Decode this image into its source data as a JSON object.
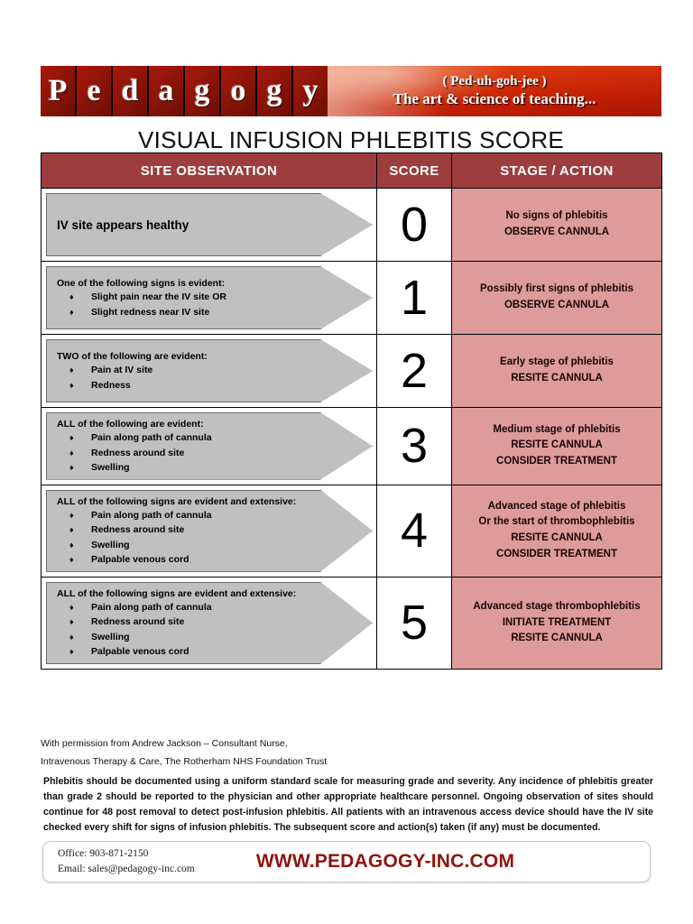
{
  "brand": {
    "logo_letters": [
      "P",
      "e",
      "d",
      "a",
      "g",
      "o",
      "g",
      "y"
    ],
    "pronunciation": "( Ped-uh-goh-jee )",
    "tagline": "The art & science of teaching...",
    "accent_red": "#8e1408",
    "banner_red": "#bf1f05"
  },
  "page_title": "VISUAL INFUSION PHLEBITIS SCORE",
  "table": {
    "header_bg": "#9e3d3d",
    "stage_bg": "#dd9b9b",
    "arrow_bg": "#c0c0c0",
    "columns": [
      "SITE OBSERVATION",
      "SCORE",
      "STAGE / ACTION"
    ],
    "rows": [
      {
        "score": "0",
        "observation_heading": "IV site appears healthy",
        "observation_items": [],
        "stage_lines": [
          "No signs of phlebitis",
          "OBSERVE CANNULA"
        ]
      },
      {
        "score": "1",
        "observation_heading": "One of the following signs is evident:",
        "observation_items": [
          "Slight pain near the IV site OR",
          "Slight redness near IV site"
        ],
        "stage_lines": [
          "Possibly first signs of phlebitis",
          "OBSERVE CANNULA"
        ]
      },
      {
        "score": "2",
        "observation_heading": "TWO of the following are evident:",
        "observation_items": [
          "Pain at IV site",
          "Redness"
        ],
        "stage_lines": [
          "Early stage of phlebitis",
          "RESITE CANNULA"
        ]
      },
      {
        "score": "3",
        "observation_heading": "ALL of the following are evident:",
        "observation_items": [
          "Pain along path of cannula",
          "Redness around site",
          "Swelling"
        ],
        "stage_lines": [
          "Medium stage of phlebitis",
          "RESITE CANNULA",
          "CONSIDER TREATMENT"
        ]
      },
      {
        "score": "4",
        "observation_heading": "ALL of the following signs are evident and extensive:",
        "observation_items": [
          "Pain along path of cannula",
          "Redness around site",
          "Swelling",
          "Palpable venous cord"
        ],
        "stage_lines": [
          "Advanced stage of phlebitis",
          "Or the start of thrombophlebitis",
          "RESITE CANNULA",
          "CONSIDER TREATMENT"
        ]
      },
      {
        "score": "5",
        "observation_heading": "ALL of the following signs are evident and extensive:",
        "observation_items": [
          "Pain along path of cannula",
          "Redness around site",
          "Swelling",
          "Palpable venous cord"
        ],
        "stage_lines": [
          "Advanced stage thrombophlebitis",
          "INITIATE TREATMENT",
          "RESITE CANNULA"
        ]
      }
    ]
  },
  "credit_line_1": "With permission from Andrew Jackson – Consultant Nurse,",
  "credit_line_2": "Intravenous Therapy & Care, The Rotherham NHS Foundation Trust",
  "body_note": "Phlebitis should be documented using a uniform standard scale for measuring grade and severity. Any incidence of phlebitis greater than grade 2 should be reported to the physician and other appropriate healthcare personnel. Ongoing observation of sites should continue for 48 post removal to detect post-infusion phlebitis. All patients with an intravenous access device should have the IV site checked every shift for signs of infusion phlebitis. The subsequent score and action(s) taken (if any) must be documented.",
  "contact": {
    "office": "Office: 903-871-2150",
    "email": "Email: sales@pedagogy-inc.com",
    "website": "WWW.PEDAGOGY-INC.COM"
  },
  "bullet_glyph": "♦"
}
